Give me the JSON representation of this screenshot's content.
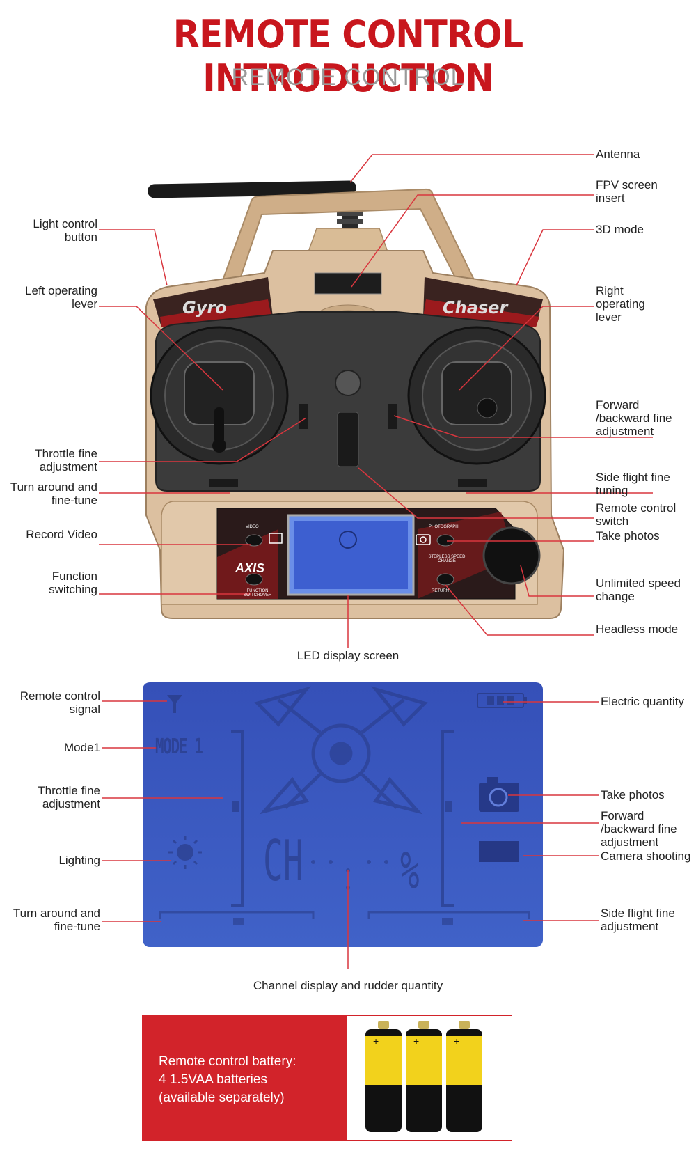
{
  "header": {
    "title": "REMOTE CONTROL INTRODUCTION",
    "subtitle": "REMOTE CONTROL"
  },
  "remote": {
    "brand_left": "Gyro",
    "brand_right": "Chaser",
    "axis_logo": "AXIS",
    "button_labels": [
      "VIDEO",
      "PHOTOGRAPH",
      "FUNCTION SWITCHOVER",
      "STEPLESS SPEED CHANGE",
      "RETURN"
    ],
    "left_labels": [
      "Light control button",
      "Left operating lever",
      "Throttle fine adjustment",
      "Turn around and fine-tune",
      "Record Video",
      "Function switching"
    ],
    "right_labels": [
      "Antenna",
      "FPV screen insert",
      "3D mode",
      "Right operating lever",
      "Forward /backward fine adjustment",
      "Side flight fine tuning",
      "Remote control switch",
      "Take photos",
      "Unlimited speed change",
      "Headless mode"
    ],
    "bottom_label": "LED display screen"
  },
  "lcd": {
    "mode_text": "MODE 1",
    "ch_text": "CH",
    "percent_text": "%",
    "left_labels": [
      "Remote control signal",
      "Mode1",
      "Throttle fine adjustment",
      "Lighting",
      "Turn around and fine-tune"
    ],
    "right_labels": [
      "Electric quantity",
      "Take photos",
      "Forward /backward fine adjustment",
      "Camera shooting",
      "Side flight fine adjustment"
    ],
    "bottom_label": "Channel display and rudder quantity"
  },
  "battery": {
    "line1": "Remote control battery:",
    "line2": "4 1.5VAA batteries",
    "line3": "(available separately)"
  },
  "colors": {
    "accent_red": "#c8161d",
    "leader_line": "#d9363e",
    "body_gold": "#d9b993",
    "lcd_blue": "#3c58c0"
  }
}
